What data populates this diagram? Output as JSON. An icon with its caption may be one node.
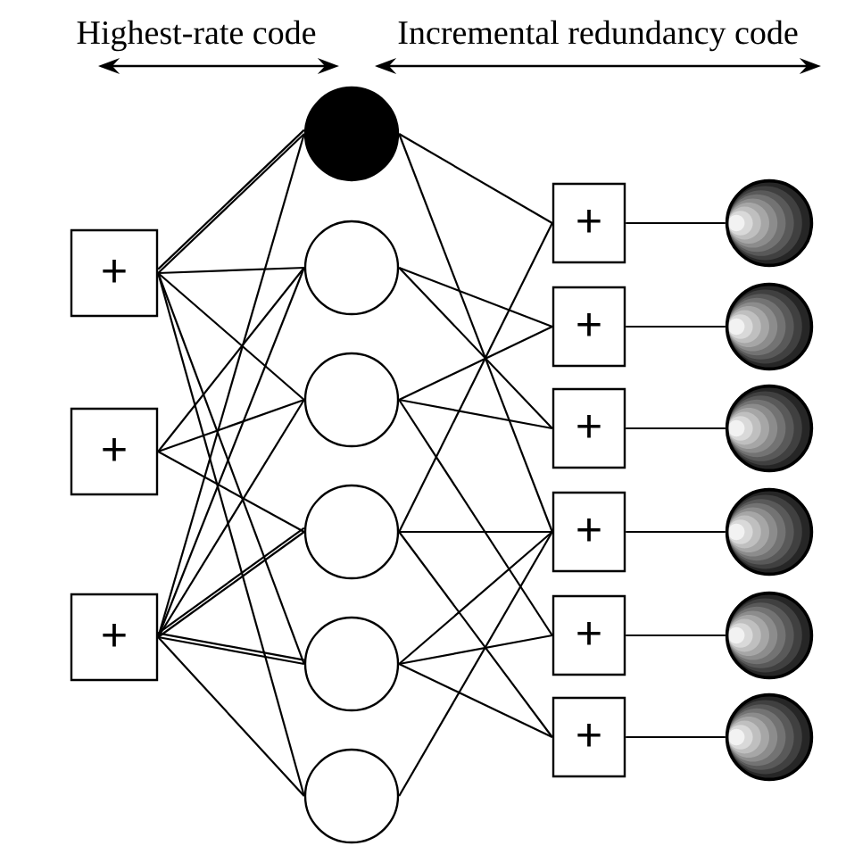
{
  "diagram": {
    "nodes": [
      {
        "text": [
          "+"
        ]
      },
      {
        "text": [
          "+"
        ]
      },
      {
        "text": [
          "+"
        ]
      },
      {
        "text": [],
        "shape": "circle"
      },
      {
        "text": [],
        "shape": "circle"
      },
      {
        "text": [],
        "shape": "circle"
      },
      {
        "text": [],
        "shape": "circle"
      },
      {
        "text": [],
        "shape": "circle"
      },
      {
        "text": [],
        "shape": "circle"
      },
      {
        "text": [
          "+"
        ]
      },
      {
        "text": [
          "+"
        ]
      },
      {
        "text": [
          "+"
        ]
      },
      {
        "text": [
          "+"
        ]
      },
      {
        "text": [
          "+"
        ]
      },
      {
        "text": [
          "+"
        ]
      },
      {
        "text": [],
        "shape": "circle"
      },
      {
        "text": [],
        "shape": "circle"
      },
      {
        "text": [],
        "shape": "circle"
      },
      {
        "text": [],
        "shape": "circle"
      },
      {
        "text": [],
        "shape": "circle"
      },
      {
        "text": [],
        "shape": "circle"
      }
    ],
    "edges": [
      {
        "from": 0,
        "to": 3,
        "arrow": "none"
      },
      {
        "from": 0,
        "to": 3,
        "arrow": "none"
      },
      {
        "from": 0,
        "to": 4,
        "arrow": "none"
      },
      {
        "from": 0,
        "to": 5,
        "arrow": "none"
      },
      {
        "from": 0,
        "to": 7,
        "arrow": "none"
      },
      {
        "from": 0,
        "to": 8,
        "arrow": "none"
      },
      {
        "from": 1,
        "to": 4,
        "arrow": "none"
      },
      {
        "from": 1,
        "to": 5,
        "arrow": "none"
      },
      {
        "from": 1,
        "to": 6,
        "arrow": "none"
      },
      {
        "from": 2,
        "to": 3,
        "arrow": "none"
      },
      {
        "from": 2,
        "to": 4,
        "arrow": "none"
      },
      {
        "from": 2,
        "to": 5,
        "arrow": "none"
      },
      {
        "from": 2,
        "to": 6,
        "arrow": "none"
      },
      {
        "from": 2,
        "to": 6,
        "arrow": "none"
      },
      {
        "from": 2,
        "to": 7,
        "arrow": "none"
      },
      {
        "from": 2,
        "to": 7,
        "arrow": "none"
      },
      {
        "from": 2,
        "to": 8,
        "arrow": "none"
      },
      {
        "from": 3,
        "to": 9,
        "arrow": "none"
      },
      {
        "from": 3,
        "to": 12,
        "arrow": "none"
      },
      {
        "from": 4,
        "to": 10,
        "arrow": "none"
      },
      {
        "from": 4,
        "to": 11,
        "arrow": "none"
      },
      {
        "from": 5,
        "to": 10,
        "arrow": "none"
      },
      {
        "from": 5,
        "to": 11,
        "arrow": "none"
      },
      {
        "from": 5,
        "to": 13,
        "arrow": "none"
      },
      {
        "from": 6,
        "to": 9,
        "arrow": "none"
      },
      {
        "from": 6,
        "to": 12,
        "arrow": "none"
      },
      {
        "from": 6,
        "to": 14,
        "arrow": "none"
      },
      {
        "from": 7,
        "to": 12,
        "arrow": "none"
      },
      {
        "from": 7,
        "to": 13,
        "arrow": "none"
      },
      {
        "from": 7,
        "to": 14,
        "arrow": "none"
      },
      {
        "from": 8,
        "to": 12,
        "arrow": "none"
      },
      {
        "from": 9,
        "to": 15,
        "arrow": "none"
      },
      {
        "from": 10,
        "to": 16,
        "arrow": "none"
      },
      {
        "from": 11,
        "to": 17,
        "arrow": "none"
      },
      {
        "from": 12,
        "to": 18,
        "arrow": "none"
      },
      {
        "from": 13,
        "to": 19,
        "arrow": "none"
      },
      {
        "from": 14,
        "to": 20,
        "arrow": "none"
      }
    ],
    "labels": [
      "Highest-rate code",
      "Incremental redundancy code"
    ]
  }
}
